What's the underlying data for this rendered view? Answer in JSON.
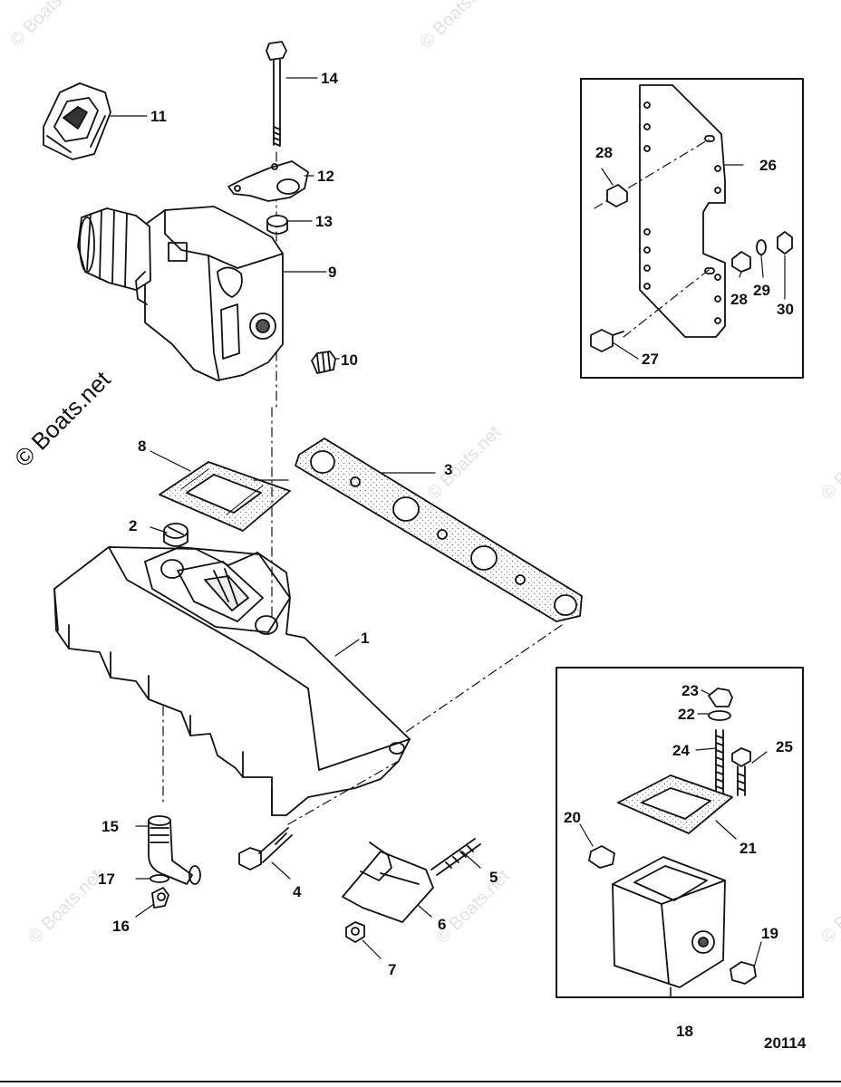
{
  "diagram": {
    "drawing_number": "20114",
    "watermark": "© Boats.net",
    "callouts": [
      {
        "id": "c1",
        "text": "1"
      },
      {
        "id": "c2",
        "text": "2"
      },
      {
        "id": "c3",
        "text": "3"
      },
      {
        "id": "c4",
        "text": "4"
      },
      {
        "id": "c5",
        "text": "5"
      },
      {
        "id": "c6",
        "text": "6"
      },
      {
        "id": "c7",
        "text": "7"
      },
      {
        "id": "c8",
        "text": "8"
      },
      {
        "id": "c9",
        "text": "9"
      },
      {
        "id": "c10",
        "text": "10"
      },
      {
        "id": "c11",
        "text": "11"
      },
      {
        "id": "c12",
        "text": "12"
      },
      {
        "id": "c13",
        "text": "13"
      },
      {
        "id": "c14",
        "text": "14"
      },
      {
        "id": "c15",
        "text": "15"
      },
      {
        "id": "c16",
        "text": "16"
      },
      {
        "id": "c17",
        "text": "17"
      },
      {
        "id": "c18",
        "text": "18"
      },
      {
        "id": "c19",
        "text": "19"
      },
      {
        "id": "c20",
        "text": "20"
      },
      {
        "id": "c21",
        "text": "21"
      },
      {
        "id": "c22",
        "text": "22"
      },
      {
        "id": "c23",
        "text": "23"
      },
      {
        "id": "c24",
        "text": "24"
      },
      {
        "id": "c25",
        "text": "25"
      },
      {
        "id": "c26",
        "text": "26"
      },
      {
        "id": "c27",
        "text": "27"
      },
      {
        "id": "c28a",
        "text": "28"
      },
      {
        "id": "c28b",
        "text": "28"
      },
      {
        "id": "c29",
        "text": "29"
      },
      {
        "id": "c30",
        "text": "30"
      }
    ]
  }
}
